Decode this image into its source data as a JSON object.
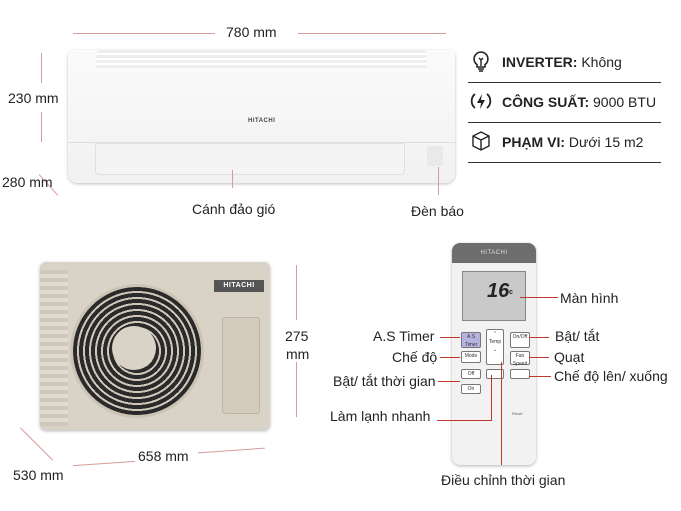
{
  "indoor_unit": {
    "brand": "HITACHI",
    "width_label": "780  mm",
    "height_label": "230 mm",
    "depth_label": "280 mm",
    "callouts": {
      "flap": "Cánh đảo gió",
      "indicator": "Đèn báo"
    }
  },
  "specs": [
    {
      "icon": "lightbulb-icon",
      "key": "INVERTER:",
      "value": "Không"
    },
    {
      "icon": "power-bolt-icon",
      "key": "CÔNG SUẤT:",
      "value": "9000 BTU"
    },
    {
      "icon": "cube-icon",
      "key": "PHẠM VI:",
      "value": "Dưới 15 m2"
    }
  ],
  "outdoor_unit": {
    "brand": "HITACHI",
    "height_label_1": "275",
    "height_label_2": "mm",
    "width_label": "658 mm",
    "depth_label": "530 mm"
  },
  "remote": {
    "brand": "HITACHI",
    "display_temp": "16",
    "display_unit": "c",
    "buttons": {
      "as_timer": "A.S Timer",
      "mode": "Mode",
      "temp": "Temp",
      "on_off": "On/Off",
      "fan_speed": "Fan Speed",
      "off": "Off",
      "on": "On",
      "reset": "Reset"
    },
    "callouts": {
      "screen": "Màn hình",
      "as_timer": "A.S Timer",
      "power": "Bật/ tắt",
      "mode": "Chế độ",
      "fan": "Quạt",
      "timer": "Bật/ tắt thời gian",
      "swing": "Chế độ lên/ xuống",
      "powerful": "Làm lạnh nhanh",
      "adjust_time": "Điều chỉnh thời gian"
    }
  },
  "colors": {
    "dimension_line": "#d89a9a",
    "callout_line": "#c0392b",
    "divider": "#333333"
  }
}
